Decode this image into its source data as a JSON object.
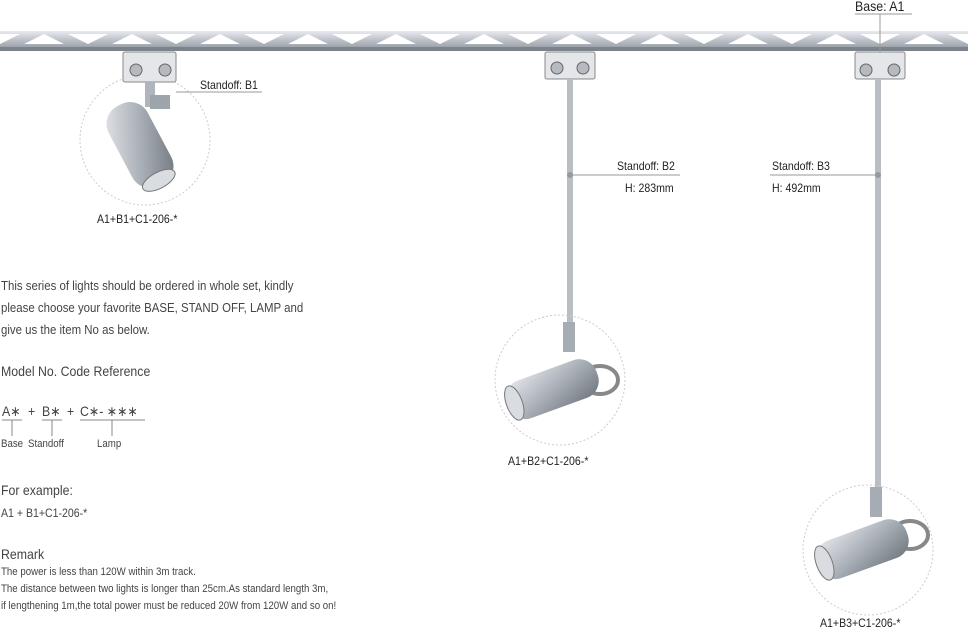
{
  "callouts": {
    "base": "Base: A1",
    "standoff_b1": "Standoff: B1",
    "standoff_b2": "Standoff: B2",
    "height_b2": "H: 283mm",
    "standoff_b3": "Standoff: B3",
    "height_b3": "H: 492mm"
  },
  "products": [
    {
      "code": "A1+B1+C1-206-*"
    },
    {
      "code": "A1+B2+C1-206-*"
    },
    {
      "code": "A1+B3+C1-206-*"
    }
  ],
  "intro": {
    "line1": "This series of lights should be ordered in  whole set, kindly",
    "line2": "please choose your favorite BASE, STAND OFF, LAMP and",
    "line3": "give us the item No as below."
  },
  "model": {
    "title": "Model No. Code Reference",
    "part_a": "A∗",
    "plus1": "+",
    "part_b": "B∗",
    "plus2": "+",
    "part_c": "C∗- ∗∗∗",
    "label_base": "Base",
    "label_standoff": "Standoff",
    "label_lamp": "Lamp"
  },
  "example": {
    "title": "For  example:",
    "code": "A1 + B1+C1-206-*"
  },
  "remark": {
    "title": "Remark",
    "line1": "The power is less than 120W within 3m track.",
    "line2": "The distance between two lights is longer than 25cm.As standard length 3m,",
    "line3": "if lengthening 1m,the total power must be reduced 20W from 120W and so on!"
  }
}
